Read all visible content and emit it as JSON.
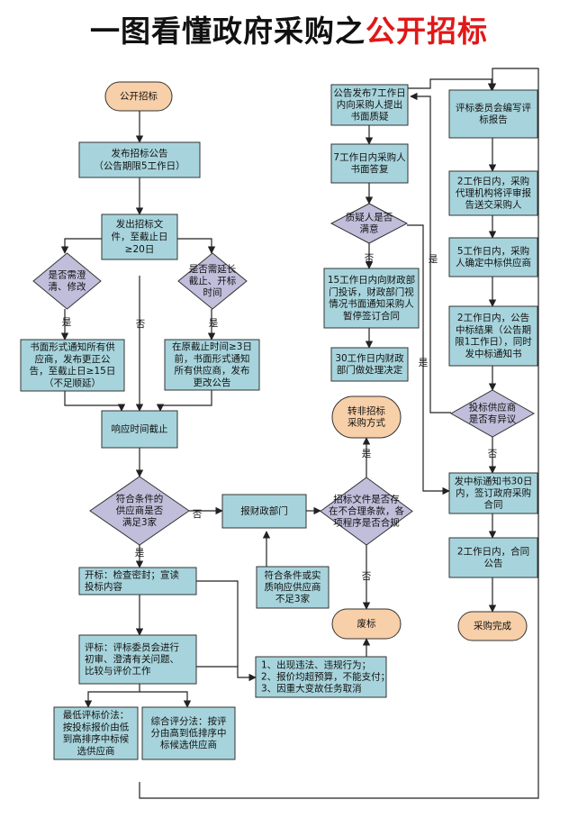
{
  "title": {
    "part1": "一图看懂政府采购之",
    "part2": "公开招标"
  },
  "colors": {
    "box": "#a7d4dc",
    "diamond": "#c1bedb",
    "oval": "#f7cfa8",
    "line": "#222222",
    "title_red": "#e01818"
  },
  "nodes": {
    "start": [
      "公开招标"
    ],
    "announce": [
      "发布招标公告",
      "（公告期限5工作日）"
    ],
    "docs": [
      "发出招标文",
      "件，至截止日",
      "≥20日"
    ],
    "clarify_q": [
      "是否需澄",
      "清、修改"
    ],
    "extend_q": [
      "是否需延长",
      "截止、开标",
      "时间"
    ],
    "clarify_notice": [
      "书面形式通知所有供",
      "应商，发布更正公",
      "告，至截止日≥15日",
      "（不足顺延）"
    ],
    "extend_notice": [
      "在原截止时间≥3日",
      "前，书面形式通知",
      "所有供应商，发布",
      "更改公告"
    ],
    "deadline": [
      "响应时间截止"
    ],
    "qualified_q": [
      "符合条件的",
      "供应商是否",
      "满足3家"
    ],
    "report_finance": [
      "报财政部门"
    ],
    "unreasonable_q": [
      "招标文件是否存",
      "在不合理条款，各",
      "项程序是否合规"
    ],
    "convert": [
      "转非招标",
      "采购方式"
    ],
    "void": [
      "废标"
    ],
    "less_than_3": [
      "符合条件或实",
      "质响应供应商",
      "不足3家"
    ],
    "opening": [
      "开标：检查密封；宣读",
      "投标内容"
    ],
    "evaluation": [
      "评标：评标委员会进行",
      "初审、澄清有关问题、",
      "比较与评价工作"
    ],
    "void_reasons": [
      "1、出现违法、违规行为；",
      "2、报价均超预算，不能支付；",
      "3、因重大变故任务取消"
    ],
    "lowest_price": [
      "最低评标价法：",
      "按投标报价由低",
      "到高排序中标候",
      "选供应商"
    ],
    "comprehensive": [
      "综合评分法：按评",
      "分由高到低排序中",
      "标候选供应商"
    ],
    "result_notice": [
      "公告发布7工作日",
      "内向采购人提出",
      "书面质疑"
    ],
    "buyer_reply": [
      "7工作日内采购人",
      "书面答复"
    ],
    "questioner_q": [
      "质疑人是否",
      "满意"
    ],
    "complaint": [
      "15工作日内向财政部",
      "门投诉，财政部门视",
      "情况书面通知采购人",
      "暂停签订合同"
    ],
    "finance_decision": [
      "30工作日内财政",
      "部门做处理决定"
    ],
    "committee_report": [
      "评标委员会编写评",
      "标报告"
    ],
    "agency_send": [
      "2工作日内，采购",
      "代理机构将评审报",
      "告送交采购人"
    ],
    "buyer_confirm": [
      "5工作日内，采购",
      "人确定中标供应商"
    ],
    "announce_result": [
      "2工作日内，公告",
      "中标结果（公告期",
      "限1工作日），同时",
      "发中标通知书"
    ],
    "supplier_objection_q": [
      "投标供应商",
      "是否有异议"
    ],
    "sign_contract": [
      "发中标通知书30日",
      "内，签订政府采购",
      "合同"
    ],
    "contract_announce": [
      "2工作日内，合同",
      "公告"
    ],
    "done": [
      "采购完成"
    ]
  },
  "edge_labels": {
    "yes": "是",
    "no": "否"
  }
}
